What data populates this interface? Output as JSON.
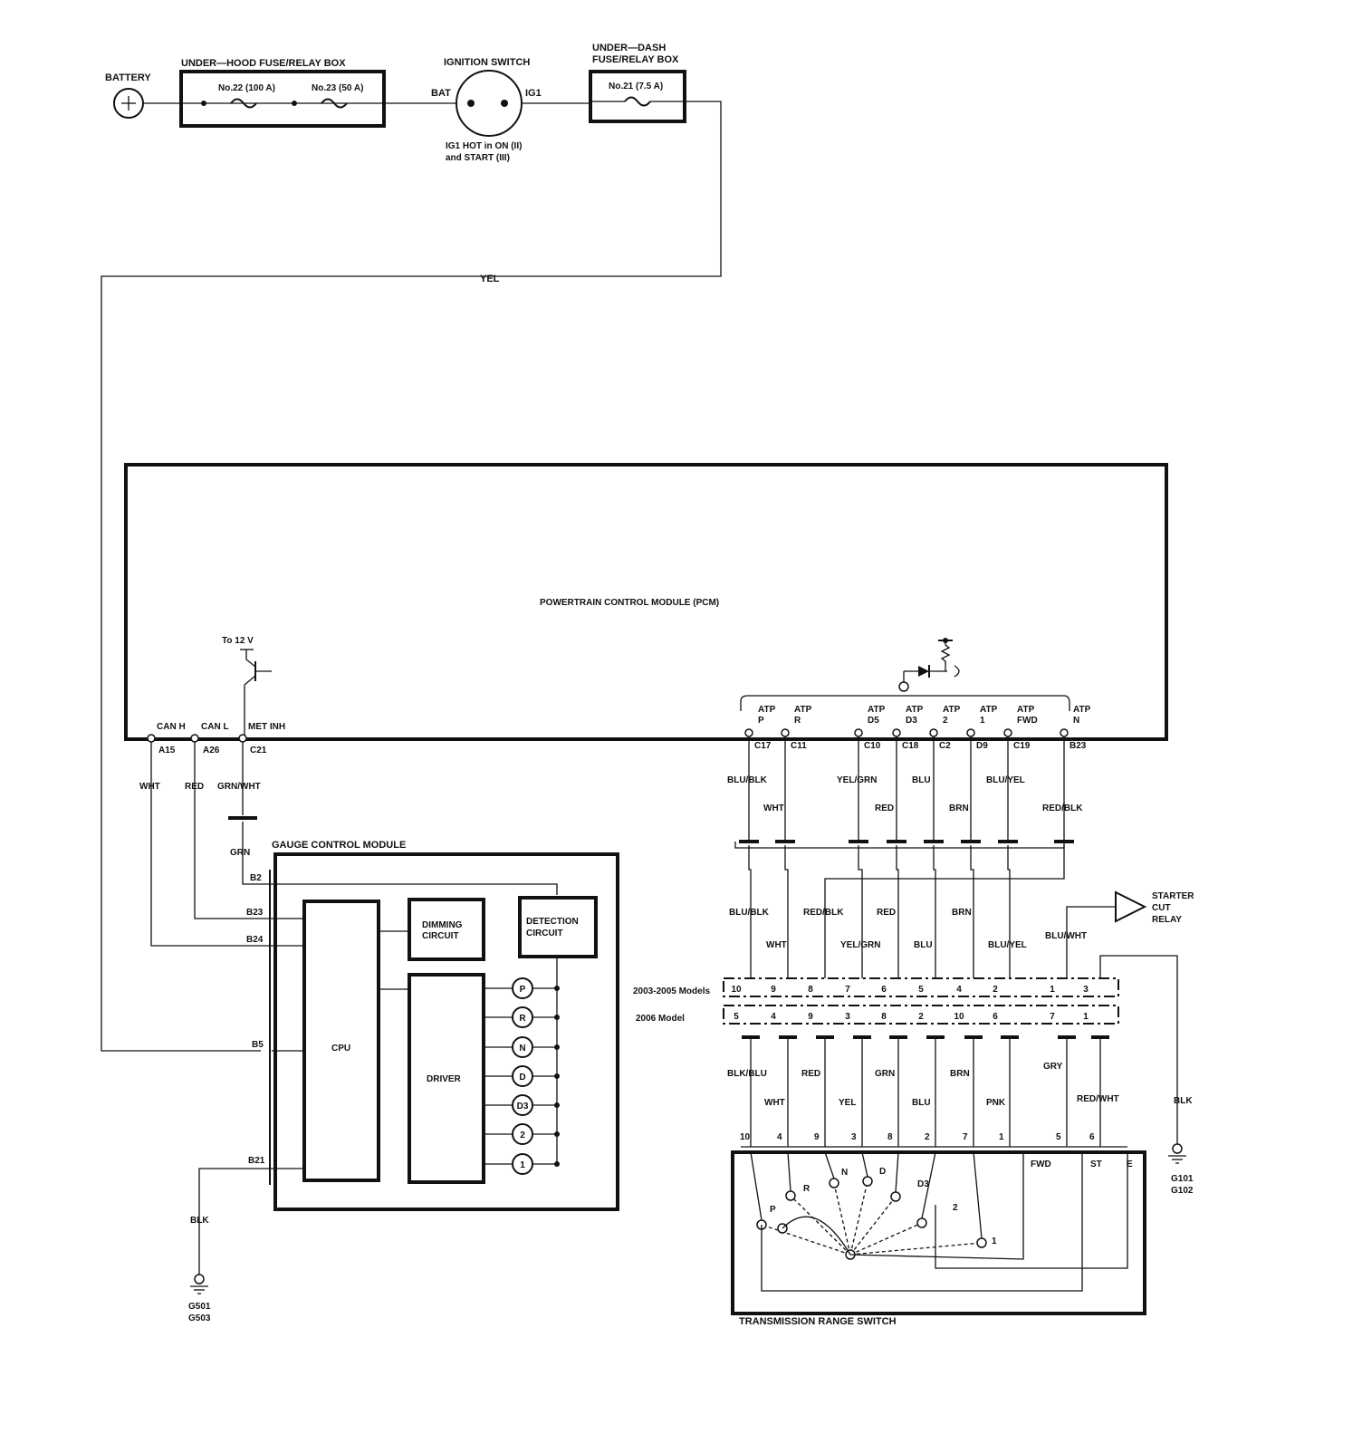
{
  "top": {
    "battery": "BATTERY",
    "underhood_box": "UNDER—HOOD FUSE/RELAY BOX",
    "fuse22": "No.22 (100 A)",
    "fuse23": "No.23 (50 A)",
    "ignition_switch": "IGNITION SWITCH",
    "bat": "BAT",
    "ig1": "IG1",
    "ig1_note_1": "IG1 HOT in ON (II)",
    "ig1_note_2": "and START (III)",
    "underdash_box_1": "UNDER—DASH",
    "underdash_box_2": "FUSE/RELAY BOX",
    "fuse21": "No.21 (7.5 A)",
    "yel": "YEL"
  },
  "pcm": {
    "title": "POWERTRAIN CONTROL MODULE (PCM)",
    "to12v": "To 12 V",
    "left_pins": [
      {
        "name": "CAN H",
        "code": "A15",
        "wire": "WHT"
      },
      {
        "name": "CAN L",
        "code": "A26",
        "wire": "RED"
      },
      {
        "name": "MET INH",
        "code": "C21",
        "wire": "GRN/WHT"
      }
    ],
    "grn": "GRN",
    "atp_pins": [
      {
        "l1": "ATP",
        "l2": "P",
        "code": "C17",
        "wire": "BLU/BLK"
      },
      {
        "l1": "ATP",
        "l2": "R",
        "code": "C11",
        "wire": "WHT"
      },
      {
        "l1": "ATP",
        "l2": "D5",
        "code": "C10",
        "wire": "YEL/GRN"
      },
      {
        "l1": "ATP",
        "l2": "D3",
        "code": "C18",
        "wire": "RED"
      },
      {
        "l1": "ATP",
        "l2": "2",
        "code": "C2",
        "wire": "BLU"
      },
      {
        "l1": "ATP",
        "l2": "1",
        "code": "D9",
        "wire": "BRN"
      },
      {
        "l1": "ATP",
        "l2": "FWD",
        "code": "C19",
        "wire": "BLU/YEL"
      },
      {
        "l1": "ATP",
        "l2": "N",
        "code": "B23",
        "wire": "RED/BLK"
      }
    ]
  },
  "gauge": {
    "title": "GAUGE CONTROL MODULE",
    "pins": [
      "B2",
      "B23",
      "B24",
      "B5",
      "B21"
    ],
    "cpu": "CPU",
    "dimming_1": "DIMMING",
    "dimming_2": "CIRCUIT",
    "detection_1": "DETECTION",
    "detection_2": "CIRCUIT",
    "driver": "DRIVER",
    "indicators": [
      "P",
      "R",
      "N",
      "D",
      "D3",
      "2",
      "1"
    ],
    "blk": "BLK",
    "g501": "G501",
    "g503": "G503"
  },
  "mid_wires": [
    "BLU/BLK",
    "WHT",
    "RED/BLK",
    "YEL/GRN",
    "RED",
    "BLU",
    "BRN",
    "BLU/YEL",
    "BLU/WHT"
  ],
  "starter": {
    "l1": "STARTER",
    "l2": "CUT",
    "l3": "RELAY"
  },
  "connector": {
    "models_2003": "2003-2005 Models",
    "model_2006": "2006 Model",
    "row_2003": [
      "10",
      "9",
      "8",
      "7",
      "6",
      "5",
      "4",
      "2",
      "1",
      "3"
    ],
    "row_2006": [
      "5",
      "4",
      "9",
      "3",
      "8",
      "2",
      "10",
      "6",
      "7",
      "1"
    ]
  },
  "lower_wires": [
    "BLK/BLU",
    "WHT",
    "RED",
    "YEL",
    "GRN",
    "BLU",
    "BRN",
    "PNK",
    "GRY",
    "RED/WHT"
  ],
  "switch_pins": [
    "10",
    "4",
    "9",
    "3",
    "8",
    "2",
    "7",
    "1",
    "5",
    "6"
  ],
  "right_ground": {
    "wire": "BLK",
    "g1": "G101",
    "g2": "G102"
  },
  "trs": {
    "title": "TRANSMISSION RANGE SWITCH",
    "positions": [
      "P",
      "R",
      "N",
      "D",
      "D3",
      "2",
      "1"
    ],
    "fwd": "FWD",
    "st": "ST",
    "e": "E"
  }
}
